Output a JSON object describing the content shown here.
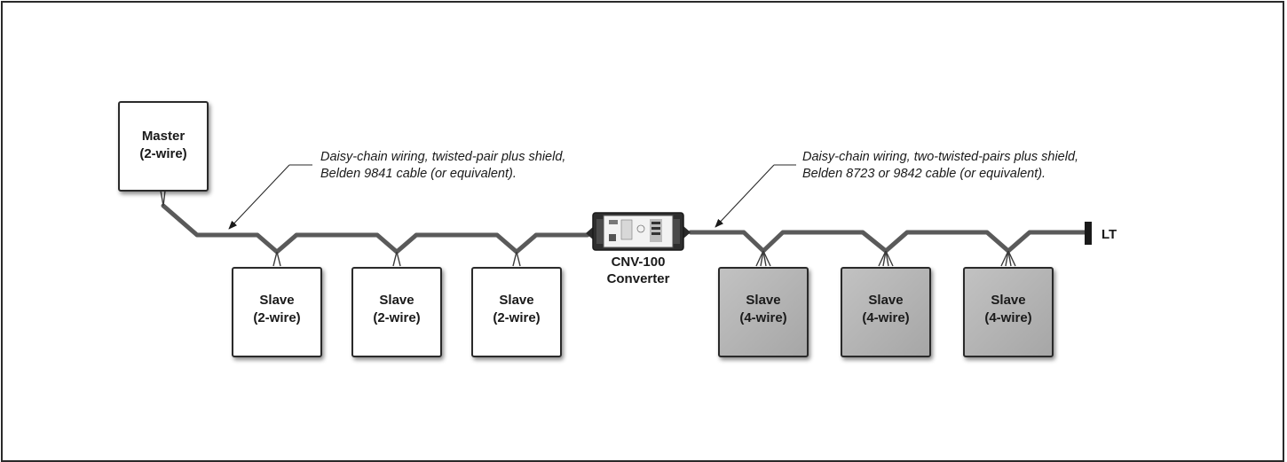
{
  "master": {
    "line1": "Master",
    "line2": "(2-wire)"
  },
  "slaves_2wire": [
    {
      "line1": "Slave",
      "line2": "(2-wire)"
    },
    {
      "line1": "Slave",
      "line2": "(2-wire)"
    },
    {
      "line1": "Slave",
      "line2": "(2-wire)"
    }
  ],
  "slaves_4wire": [
    {
      "line1": "Slave",
      "line2": "(4-wire)"
    },
    {
      "line1": "Slave",
      "line2": "(4-wire)"
    },
    {
      "line1": "Slave",
      "line2": "(4-wire)"
    }
  ],
  "converter": {
    "line1": "CNV-100",
    "line2": "Converter"
  },
  "terminator": {
    "label": "LT"
  },
  "notes": {
    "left": {
      "line1": "Daisy-chain wiring, twisted-pair plus shield,",
      "line2": "Belden 9841 cable (or equivalent)."
    },
    "right": {
      "line1": "Daisy-chain wiring, two-twisted-pairs plus shield,",
      "line2": "Belden 8723 or 9842 cable (or equivalent)."
    }
  },
  "colors": {
    "box_2wire_fill": "#ffffff",
    "box_4wire_fill": "#b4b4b4",
    "cable": "#5a5a5a",
    "border": "#2a2a2a"
  }
}
